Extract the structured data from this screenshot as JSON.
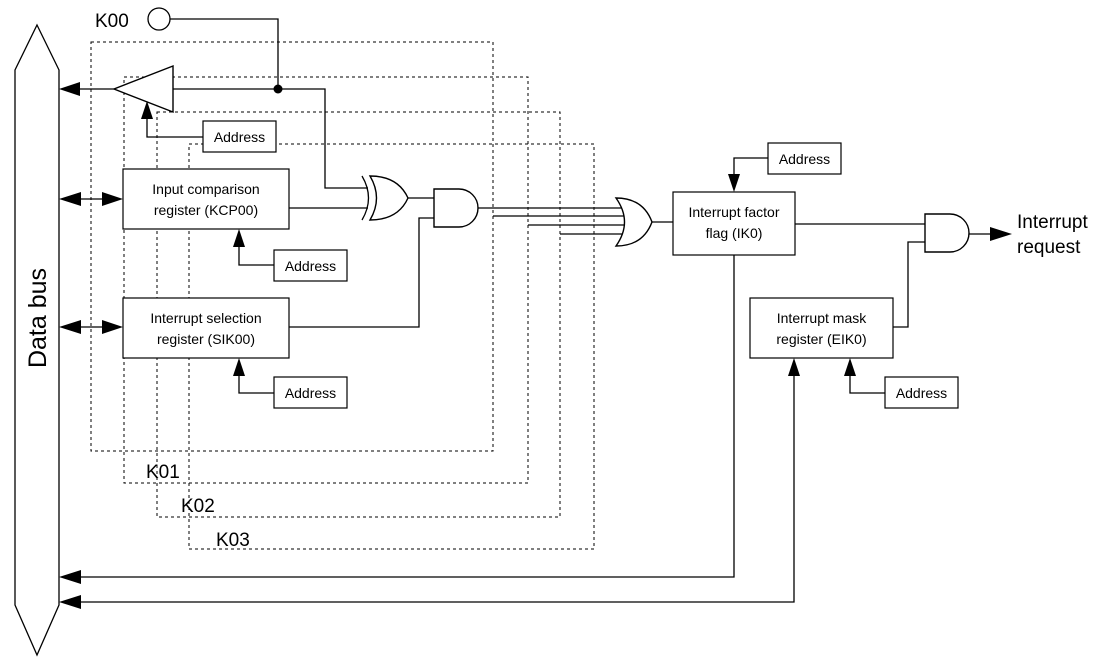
{
  "data_bus_label": "Data bus",
  "port_labels": {
    "k00": "K00",
    "k01": "K01",
    "k02": "K02",
    "k03": "K03"
  },
  "address_label": "Address",
  "registers": {
    "kcp_line1": "Input comparison",
    "kcp_line2": "register (KCP00)",
    "sik_line1": "Interrupt selection",
    "sik_line2": "register (SIK00)",
    "ik_line1": "Interrupt factor",
    "ik_line2": "flag (IK0)",
    "eik_line1": "Interrupt mask",
    "eik_line2": "register (EIK0)"
  },
  "output": {
    "line1": "Interrupt",
    "line2": "request"
  }
}
